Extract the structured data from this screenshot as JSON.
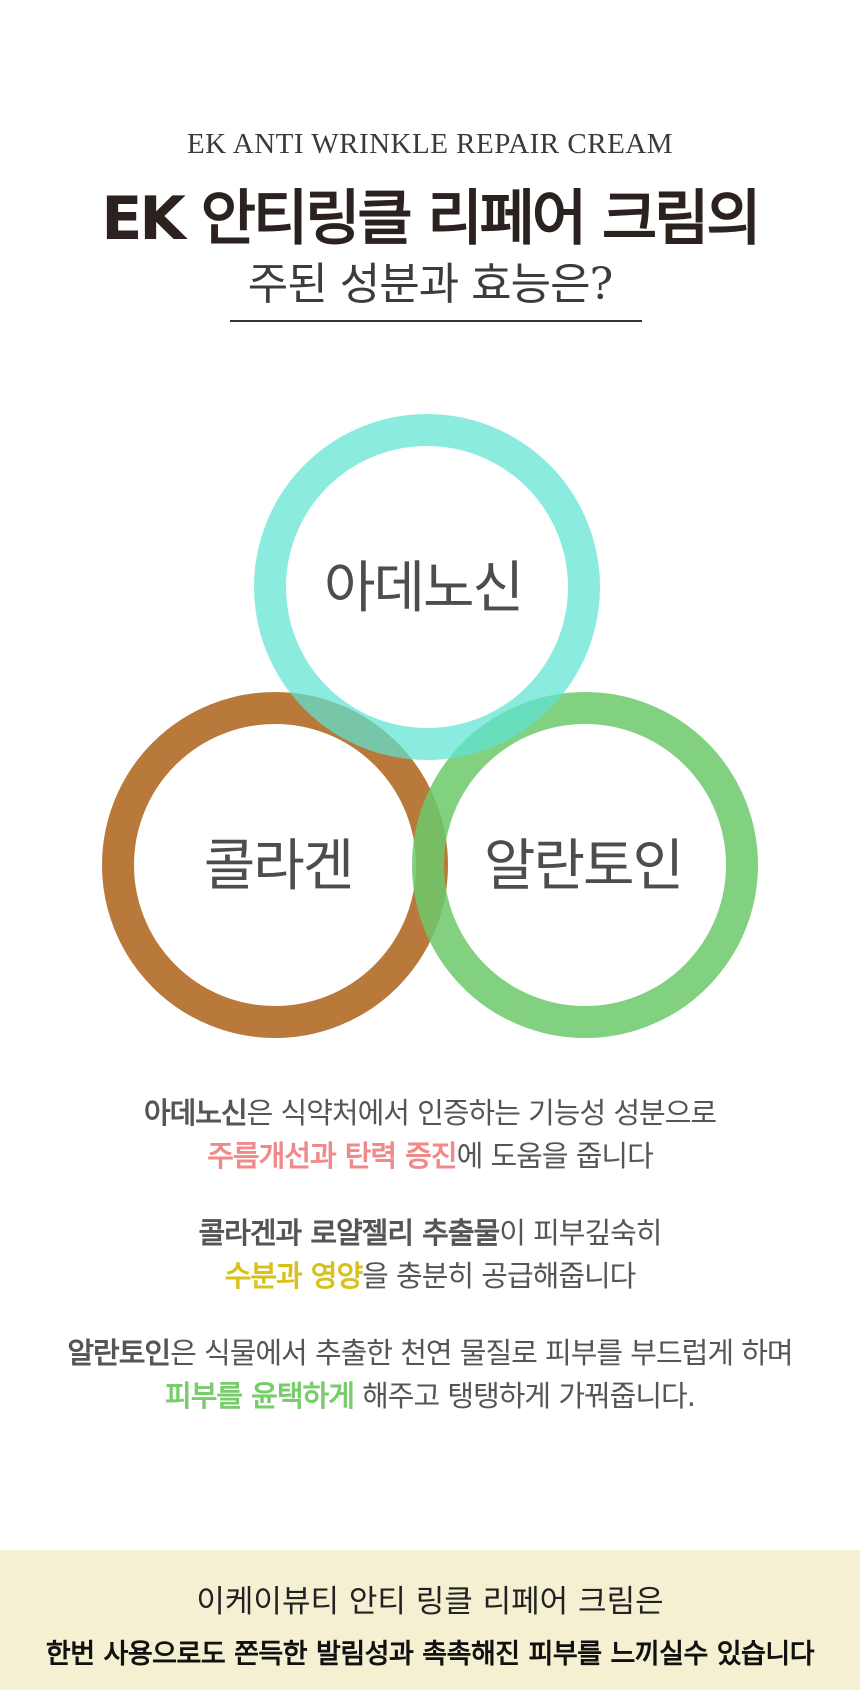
{
  "header": {
    "subtitle_en": "EK ANTI WRINKLE REPAIR CREAM",
    "title": "EK 안티링클 리페어 크림의",
    "title2": "주된 성분과  효능은?"
  },
  "ingredients": {
    "top": "아데노신",
    "left": "콜라겐",
    "right": "알란토인"
  },
  "colors": {
    "teal": "#5ee3d3",
    "brown": "#b5722f",
    "green": "#6cc96b",
    "pink": "#f08a8a",
    "yellow": "#d8c21a",
    "footer_bg": "#f5f0d2"
  },
  "descriptions": {
    "d1": {
      "bold": "아데노신",
      "text1": "은 식약처에서  인증하는 기능성 성분으로",
      "highlight": "주름개선과  탄력 증진",
      "text2": "에  도움을 줍니다"
    },
    "d2": {
      "bold": "콜라겐과 로얄젤리 추출물",
      "text1": "이 피부깊숙히",
      "highlight": "수분과 영양",
      "text2": "을 충분히 공급해줍니다"
    },
    "d3": {
      "bold": "알란토인",
      "text1": "은 식물에서 추출한  천연 물질로 피부를  부드럽게 하며",
      "highlight": "피부를 윤택하게",
      "text2": " 해주고  탱탱하게  가꿔줍니다."
    }
  },
  "footer": {
    "line1": "이케이뷰티   안티 링클 리페어 크림은",
    "line2": "한번 사용으로도  쫀득한 발림성과 촉촉해진 피부를 느끼실수 있습니다"
  }
}
